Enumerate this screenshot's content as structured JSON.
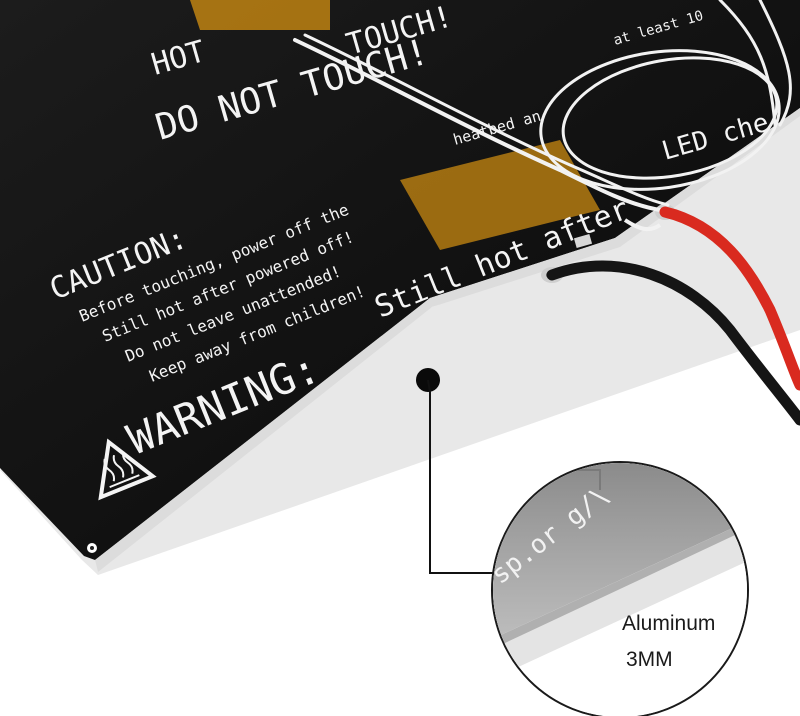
{
  "board": {
    "top_hot": "HOT",
    "top_touch": "TOUCH!",
    "top_right_text": "at least 10",
    "do_not_touch": "DO NOT TOUCH!",
    "heatbed_fragment": "heatbed an",
    "led_text": "LED che",
    "caution_title": "CAUTION:",
    "caution_lines": [
      "Before touching, power off the",
      "Still hot after powered off!",
      "Do not leave unattended!",
      "Keep away from children!"
    ],
    "still_hot_text": "Still hot after",
    "warning_text": "WARNING:",
    "edge_text": "sp.or g/\\"
  },
  "callout": {
    "material": "Aluminum",
    "thickness": "3MM"
  },
  "colors": {
    "board_black": "#121212",
    "silkscreen": "#f4f4f4",
    "kapton_tape": "#c98a12",
    "wire_red": "#d92a1f",
    "wire_black": "#151515",
    "aluminum_edge": "#e6e6e6"
  },
  "icons": [
    "hot-surface-warning-icon"
  ]
}
